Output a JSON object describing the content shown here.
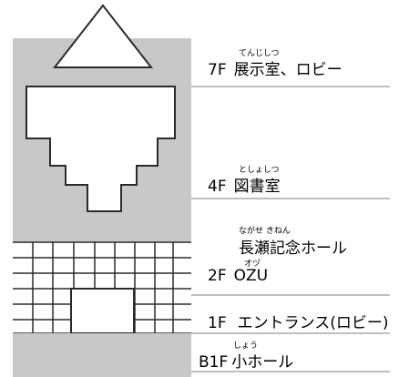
{
  "colors": {
    "building_fill": "#c8c8c8",
    "outline": "#2b2b2b",
    "divider": "#999999",
    "window_fill": "#ffffff"
  },
  "floors": [
    {
      "floor": "7F",
      "name": "展示室、ロビー",
      "reading": "てんじしつ"
    },
    {
      "floor": "4F",
      "name": "図書室",
      "reading": "としょしつ"
    },
    {
      "floor": "",
      "name": "長瀬記念ホール",
      "reading": "ながせ きねん"
    },
    {
      "floor": "2F",
      "name": "OZU",
      "reading": "オヅ"
    },
    {
      "floor": "1F",
      "name": "エントランス(ロビー)",
      "reading": ""
    },
    {
      "floor": "B1F",
      "name": "小ホール",
      "reading": "しょう"
    }
  ]
}
